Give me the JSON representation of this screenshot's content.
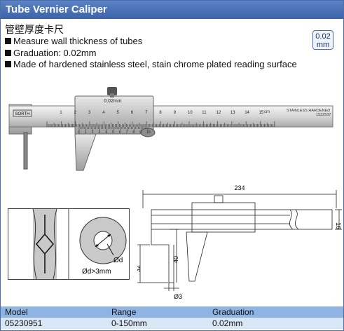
{
  "title": "Tube Vernier Caliper",
  "subtitle_cn": "管壁厚度卡尺",
  "features": [
    "Measure wall thickness of tubes",
    "Graduation: 0.02mm",
    "Made of hardened stainless steel, stain chrome plated reading surface"
  ],
  "badge": {
    "line1": "0.02",
    "line2": "mm"
  },
  "caliper": {
    "brand": "SORTH",
    "vernier_label": "0.02mm",
    "scale_numbers": [
      "1",
      "2",
      "3",
      "4",
      "5",
      "6",
      "7",
      "8",
      "9",
      "10",
      "11",
      "12",
      "13",
      "14",
      "15"
    ],
    "unit": "cm",
    "stainless": "STAINLESS HARDENED",
    "serial": "1532537",
    "vernier_numbers": [
      "0",
      "1",
      "2",
      "3",
      "4",
      "5",
      "6",
      "7",
      "8",
      "9",
      "10"
    ]
  },
  "inset": {
    "d_label": "Ød",
    "condition": "Ød>3mm"
  },
  "drawing": {
    "length": "234",
    "width": "16",
    "depth32": "32",
    "depth40": "40",
    "tip": "Ø3"
  },
  "table": {
    "headers": [
      "Model",
      "Range",
      "Graduation"
    ],
    "rows": [
      [
        "05230951",
        "0-150mm",
        "0.02mm"
      ]
    ]
  }
}
